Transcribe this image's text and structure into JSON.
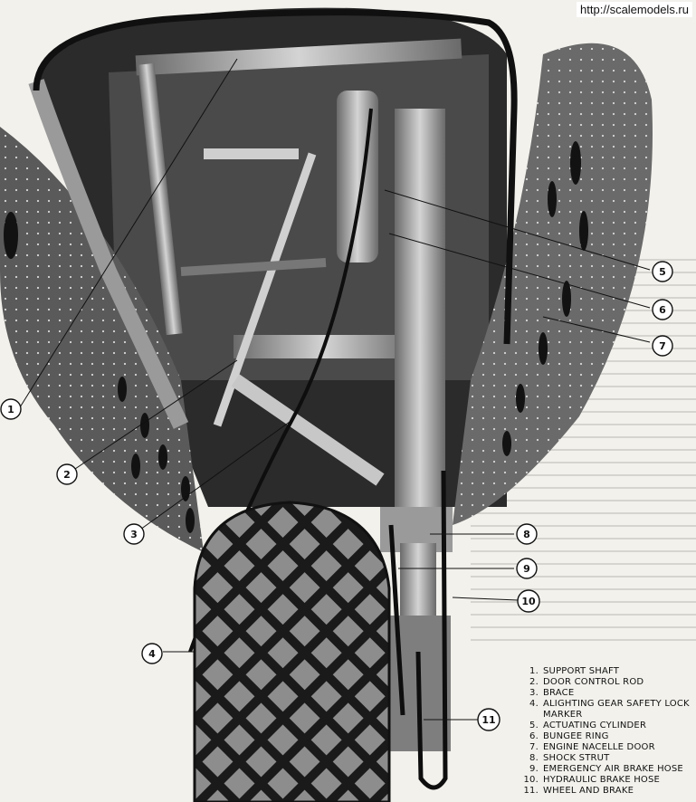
{
  "watermark": "http://scalemodels.ru",
  "callouts": [
    "1",
    "2",
    "3",
    "4",
    "5",
    "6",
    "7",
    "8",
    "9",
    "10",
    "11"
  ],
  "legend": [
    {
      "num": "1.",
      "text": "SUPPORT SHAFT"
    },
    {
      "num": "2.",
      "text": "DOOR CONTROL ROD"
    },
    {
      "num": "3.",
      "text": "BRACE"
    },
    {
      "num": "4.",
      "text": "ALIGHTING GEAR SAFETY LOCK MARKER"
    },
    {
      "num": "5.",
      "text": "ACTUATING CYLINDER"
    },
    {
      "num": "6.",
      "text": "BUNGEE RING"
    },
    {
      "num": "7.",
      "text": "ENGINE NACELLE DOOR"
    },
    {
      "num": "8.",
      "text": "SHOCK STRUT"
    },
    {
      "num": "9.",
      "text": "EMERGENCY AIR BRAKE HOSE"
    },
    {
      "num": "10.",
      "text": "HYDRAULIC BRAKE HOSE"
    },
    {
      "num": "11.",
      "text": "WHEEL AND BRAKE"
    }
  ]
}
